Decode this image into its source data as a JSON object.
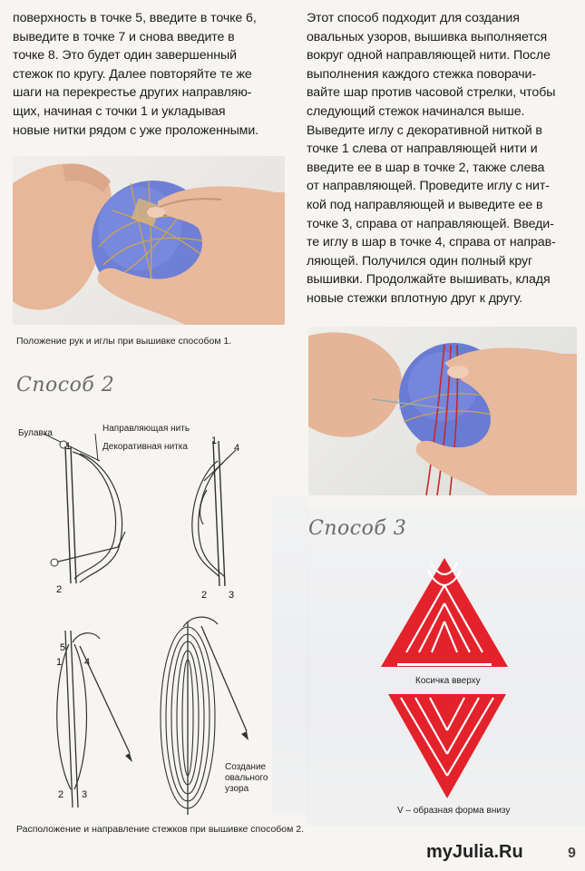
{
  "left_column": {
    "paragraph_lines": [
      "поверхность в точке 5, введите в точке 6,",
      "выведите в точке 7 и снова введите в",
      "точке 8. Это будет один завершенный",
      "стежок по кругу. Далее повторяйте те же",
      "шаги на перекрестье других направляю-",
      "щих, начиная с точки 1 и укладывая",
      "новые нитки рядом с уже проложенными."
    ],
    "photo_caption": "Положение рук и иглы при вышивке способом 1.",
    "method2_heading": "Способ 2",
    "diagram_labels": {
      "pin": "Булавка",
      "guide_thread": "Направляющая нить",
      "decorative_thread": "Декоративная нитка",
      "oval_line1": "Создание",
      "oval_line2": "овального",
      "oval_line3": "узора"
    },
    "diagram_numbers": {
      "d1_n1": "1",
      "d1_n2": "2",
      "d2_n1": "1",
      "d2_n4": "4",
      "d2_n2": "2",
      "d2_n3": "3",
      "d3_n5": "5",
      "d3_n1": "1",
      "d3_n4": "4",
      "d3_n2": "2",
      "d3_n3": "3"
    },
    "diagram_caption": "Расположение и направление стежков при вышивке способом 2."
  },
  "right_column": {
    "paragraph_lines": [
      "Этот способ подходит для создания",
      "овальных узоров, вышивка выполняется",
      "вокруг одной направляющей нити. После",
      "выполнения каждого стежка поворачи-",
      "вайте шар против часовой стрелки, чтобы",
      "следующий стежок начинался выше.",
      "Выведите иглу с декоративной ниткой в",
      "точке 1 слева от направляющей нити и",
      "введите ее в шар в точке 2, также слева",
      "от направляющей. Проведите иглу с нит-",
      "кой под направляющей и выведите ее в",
      "точке 3, справа от направляющей. Введи-",
      "те иглу в шар в точке 4, справа от направ-",
      "ляющей. Получился один полный круг",
      "вышивки. Продолжайте вышивать, кладя",
      "новые стежки вплотную друг к другу."
    ],
    "method3_heading": "Способ 3",
    "braid_top_label": "Косичка вверху",
    "braid_bottom_label": "V – образная форма внизу"
  },
  "watermark": {
    "text": "myJulia.Ru",
    "page_number": "9"
  },
  "colors": {
    "braid_red": "#e3222b",
    "ball_blue": "#6f7fd6",
    "skin": "#e8b99c",
    "thread_gold": "#c9a25a"
  }
}
